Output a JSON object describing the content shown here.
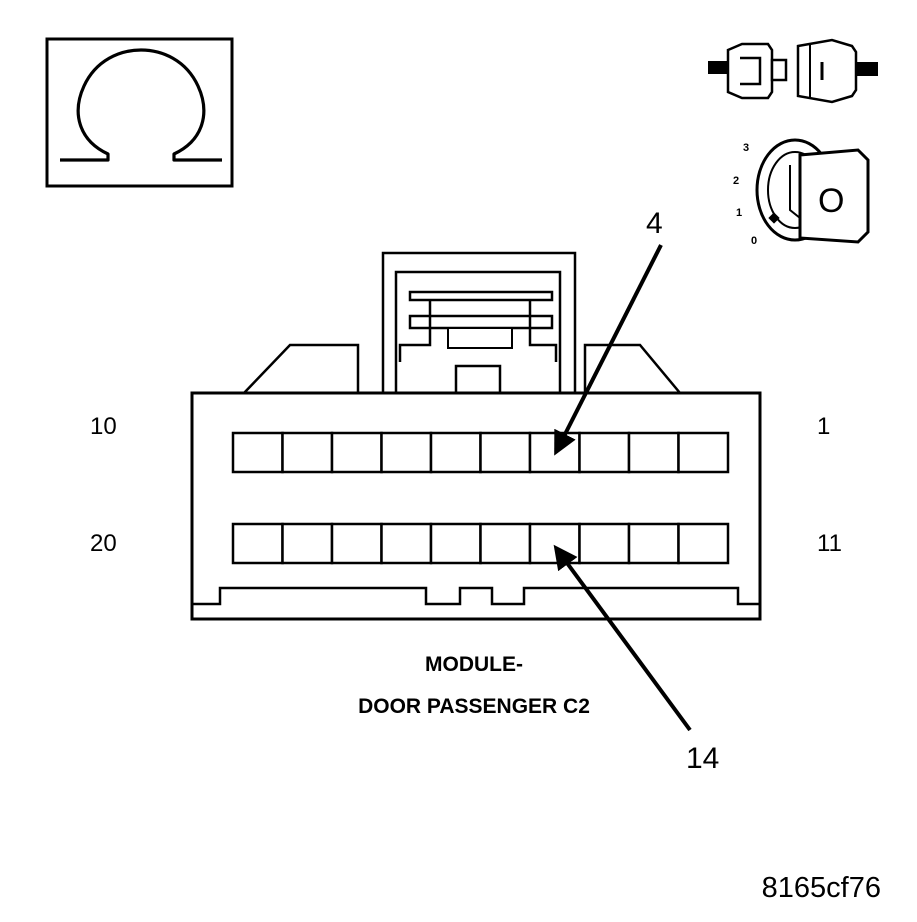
{
  "connector": {
    "name": "MODULE-\nDOOR PASSENGER C2",
    "title_line1": "MODULE-",
    "title_line2": "DOOR PASSENGER C2",
    "pins_per_row": 10
  },
  "pin_labels": {
    "top_left": "10",
    "top_right": "1",
    "bottom_left": "20",
    "bottom_right": "11"
  },
  "callouts": {
    "upper_pin": "4",
    "lower_pin": "14"
  },
  "ignition_positions": [
    "3",
    "2",
    "1",
    "0"
  ],
  "key_label": "O",
  "figure_id": "8165cf76",
  "icons": {
    "ohmmeter": "ohm-symbol-icon",
    "disconnect": "connector-disconnect-icon",
    "ignition": "ignition-key-off-icon"
  }
}
